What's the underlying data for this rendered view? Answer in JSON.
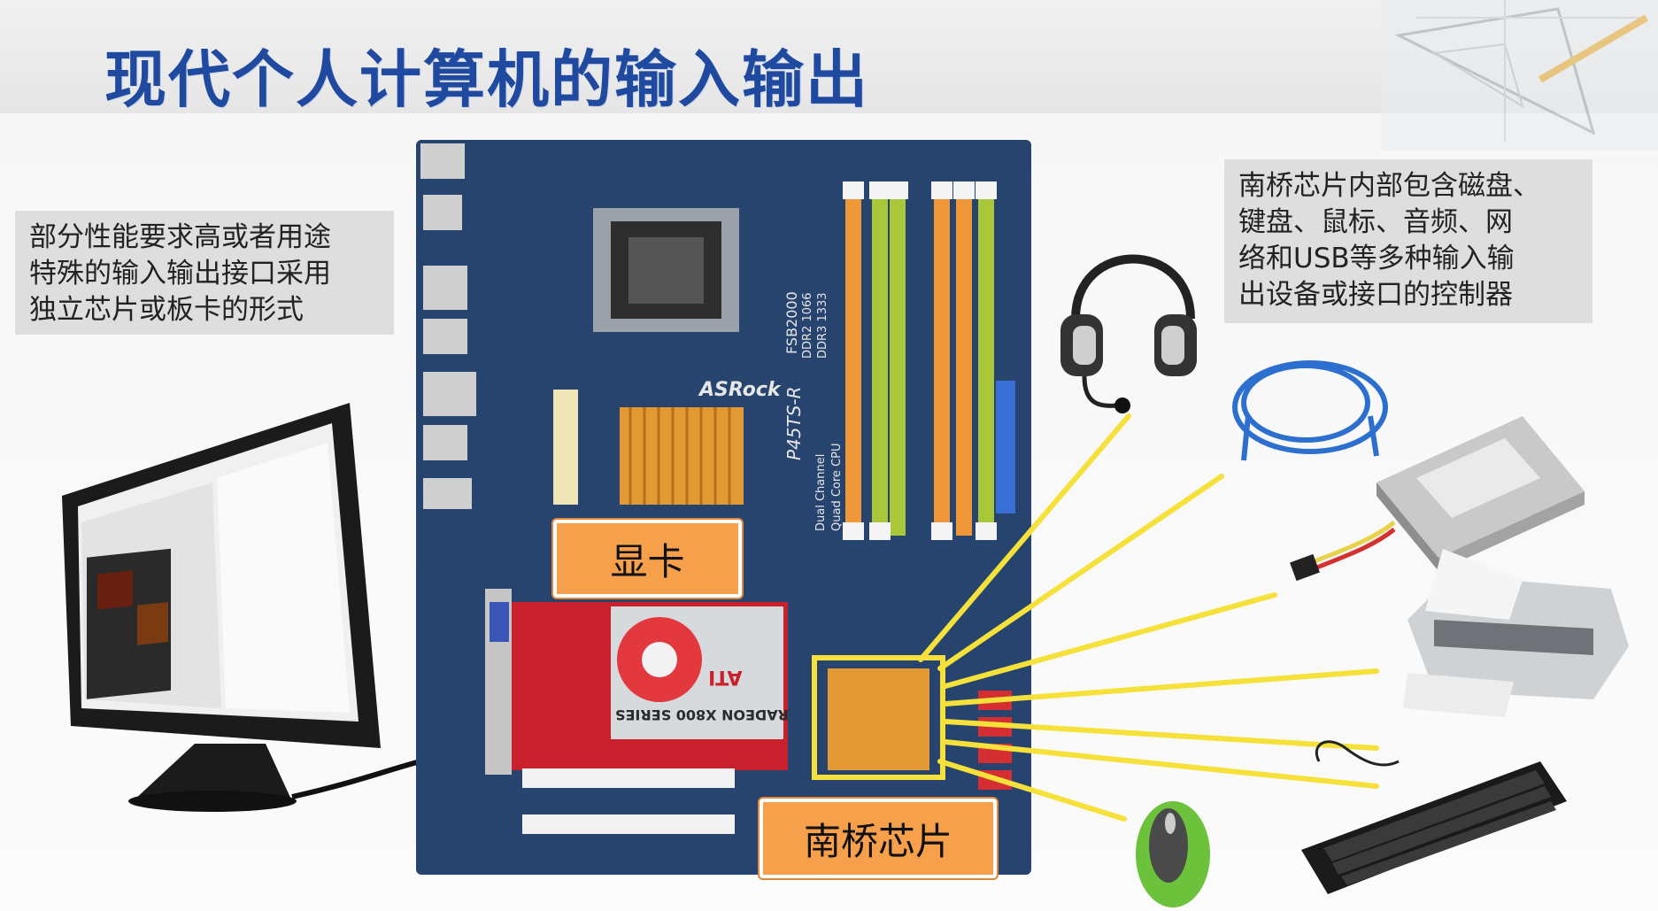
{
  "title": "现代个人计算机的输入输出",
  "left_callout": {
    "lines": [
      "部分性能要求高或者用途",
      "特殊的输入输出接口采用",
      "独立芯片或板卡的形式"
    ]
  },
  "right_callout": {
    "lines": [
      "南桥芯片内部包含磁盘、",
      "键盘、鼠标、音频、网",
      "络和USB等多种输入输",
      "出设备或接口的控制器"
    ]
  },
  "labels": {
    "graphics_card": "显卡",
    "south_bridge": "南桥芯片"
  },
  "board_text": {
    "brand": "ASRock",
    "model": "P45TS-R",
    "fsb": "FSB2000",
    "ddr_a": "DDR2 1066",
    "ddr_b": "DDR3 1333",
    "feature_a": "Dual Channel",
    "feature_b": "Quad Core CPU",
    "gpu_model": "RADEON X800 SERIES",
    "gpu_brand": "ATI"
  },
  "colors": {
    "title": "#1f4aa0",
    "callout_bg": "#dedede",
    "label_bg": "#f7a04c",
    "connector_line": "#f5e13a",
    "board": "#27446e",
    "gpu_pcb": "#c8202c",
    "ram_slot_orange": "#f0973a",
    "ram_slot_green": "#a8c83a",
    "mouse_green": "#6cc23a"
  },
  "devices": [
    "headset-icon",
    "network-cable-icon",
    "hard-disk-icon",
    "printer-icon",
    "keyboard-icon",
    "mouse-icon",
    "monitor-icon"
  ]
}
